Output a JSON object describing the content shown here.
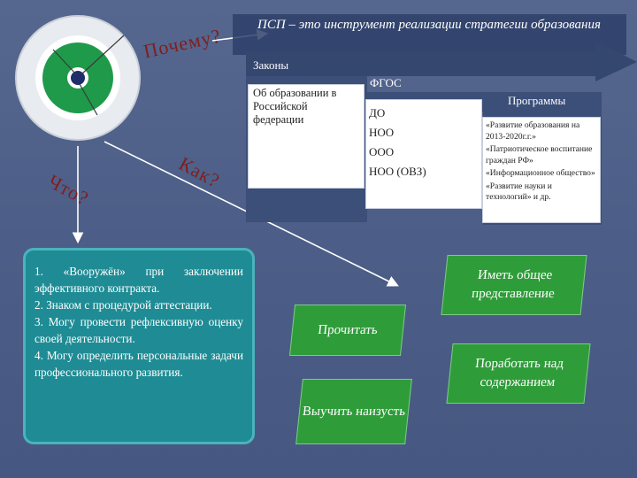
{
  "title": "ПСП – это инструмент реализации стратегии образования",
  "questions": {
    "why": "Почему?",
    "what": "Что?",
    "how": "Как?"
  },
  "steps": {
    "laws": "Законы",
    "fgos": "ФГОС",
    "programs": "Программы"
  },
  "laws_box": "Об образовании в Российской федерации",
  "fgos_items": [
    "ДО",
    "НОО",
    "ООО",
    "НОО (ОВЗ)"
  ],
  "programs_items": [
    "«Развитие образования на 2013-2020г.г.»",
    "«Патриотическое воспитание граждан РФ»",
    "«Информационное общество»",
    "«Развитие науки и технологий» и др."
  ],
  "teal_items": [
    "1. «Вооружён» при заключении эффективного контракта.",
    "2. Знаком с процедурой аттестации.",
    "3. Могу провести рефлексивную оценку своей деятельности.",
    "4. Могу определить персональные задачи профессионального развития."
  ],
  "actions": {
    "read": "Прочитать",
    "learn": "Выучить наизусть",
    "general": "Иметь общее представление",
    "work": "Поработать над содержанием"
  },
  "colors": {
    "green": "#2f9c3a",
    "teal": "#1f8c95",
    "background": "#4d5f88"
  }
}
